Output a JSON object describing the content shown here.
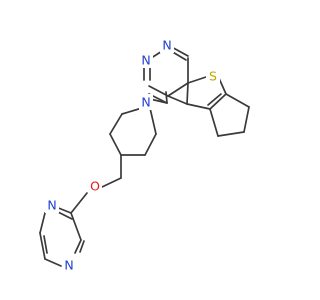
{
  "molecule": {
    "atoms": [
      {
        "id": "n1",
        "element": "N",
        "label": "N",
        "color": "#1f3fd6"
      },
      {
        "id": "n3",
        "element": "N",
        "label": "N",
        "color": "#1f3fd6"
      },
      {
        "id": "s1",
        "element": "S",
        "label": "S",
        "color": "#c2a400"
      },
      {
        "id": "npip",
        "element": "N",
        "label": "N",
        "color": "#1f3fd6"
      },
      {
        "id": "o1",
        "element": "O",
        "label": "O",
        "color": "#e01b1b"
      },
      {
        "id": "npz1",
        "element": "N",
        "label": "N",
        "color": "#1f3fd6"
      },
      {
        "id": "npz4",
        "element": "N",
        "label": "N",
        "color": "#1f3fd6"
      }
    ],
    "bond_color": "#3a3a3a"
  }
}
